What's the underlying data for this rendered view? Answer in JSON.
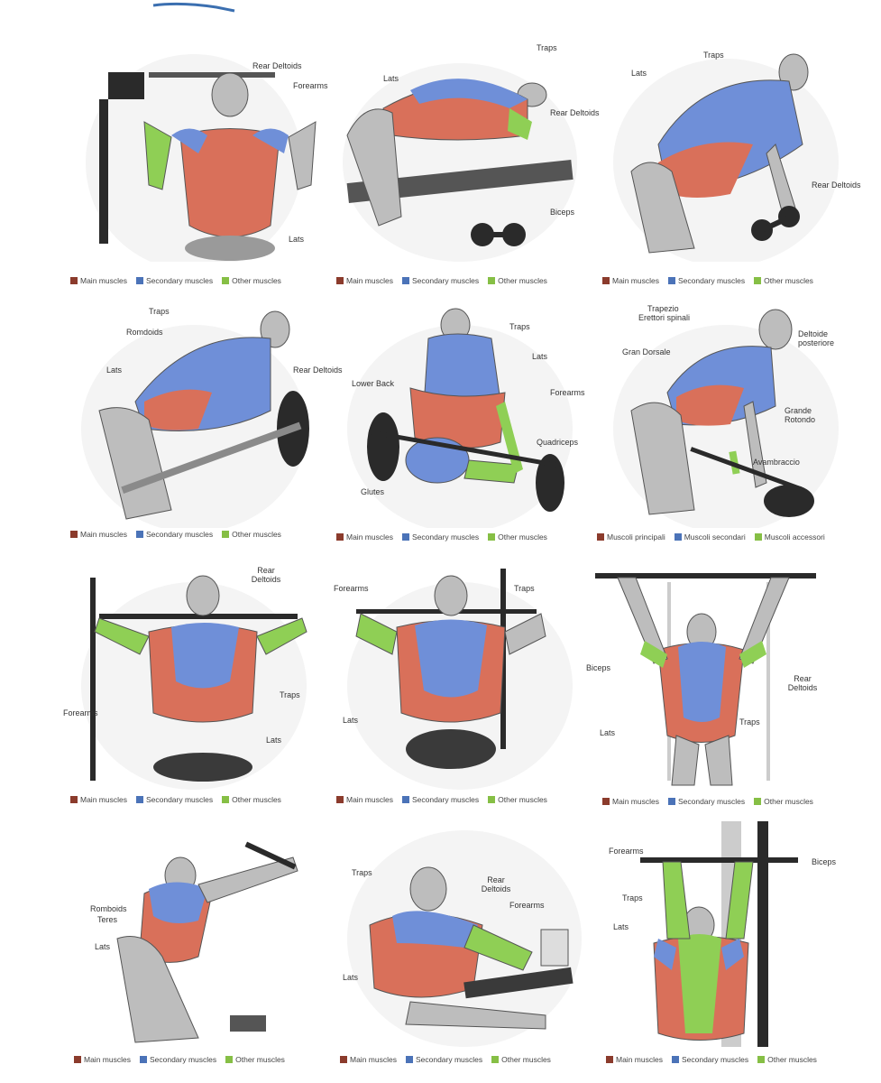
{
  "colors": {
    "main": "#8b3b2c",
    "secondary": "#4b73b8",
    "other": "#86bf45",
    "muscle_main": "#d9705a",
    "muscle_sec": "#6f8fd8",
    "muscle_other": "#8fcf55",
    "body": "#bdbdbd",
    "outline": "#555555",
    "equipment": "#2a2a2a",
    "top_strip": "#3b6fb0"
  },
  "legend_en": {
    "main": "Main muscles",
    "secondary": "Secondary muscles",
    "other": "Other muscles"
  },
  "legend_it": {
    "main": "Muscoli principali",
    "secondary": "Muscoli secondari",
    "other": "Muscoli accessori"
  },
  "panels": [
    {
      "labels": [
        "Rear Deltoids",
        "Forearms",
        "Lats"
      ]
    },
    {
      "labels": [
        "Traps",
        "Lats",
        "Rear Deltoids",
        "Biceps"
      ]
    },
    {
      "labels": [
        "Traps",
        "Lats",
        "Rear Deltoids"
      ]
    },
    {
      "labels": [
        "Traps",
        "Romdoids",
        "Lats",
        "Rear Deltoids"
      ]
    },
    {
      "labels": [
        "Traps",
        "Lats",
        "Lower Back",
        "Forearms",
        "Quadriceps",
        "Glutes"
      ]
    },
    {
      "labels": [
        "Trapezio",
        "Erettori spinali",
        "Deltoide posteriore",
        "Gran Dorsale",
        "Grande Rotondo",
        "Avambraccio"
      ]
    },
    {
      "labels": [
        "Rear Deltoids",
        "Forearms",
        "Traps",
        "Lats"
      ]
    },
    {
      "labels": [
        "Forearms",
        "Traps",
        "Lats"
      ]
    },
    {
      "labels": [
        "Biceps",
        "Rear Deltoids",
        "Traps",
        "Lats"
      ]
    },
    {
      "labels": [
        "Romboids",
        "Teres",
        "Lats"
      ]
    },
    {
      "labels": [
        "Traps",
        "Rear Deltoids",
        "Forearms",
        "Lats"
      ]
    },
    {
      "labels": [
        "Forearms",
        "Biceps",
        "Traps",
        "Lats"
      ]
    }
  ]
}
